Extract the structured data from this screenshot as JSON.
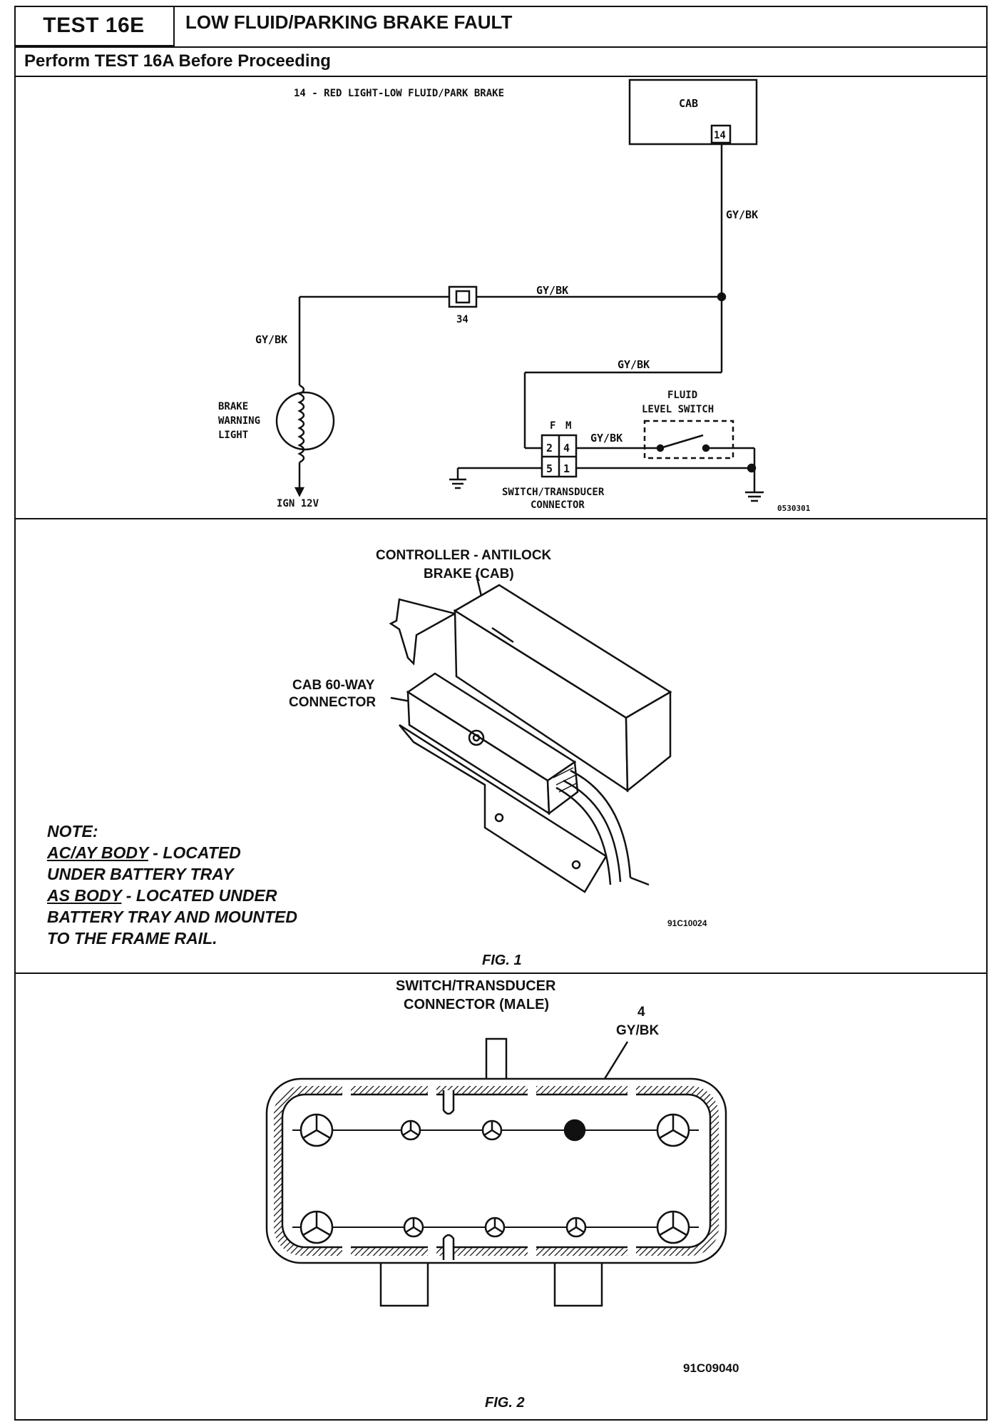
{
  "header": {
    "test_id": "TEST 16E",
    "title": "LOW FLUID/PARKING BRAKE FAULT",
    "subtitle": "Perform TEST 16A Before Proceeding"
  },
  "schematic": {
    "circuit_label": "14 - RED LIGHT-LOW FLUID/PARK BRAKE",
    "cab_label": "CAB",
    "cab_pin": "14",
    "wire_color": "GY/BK",
    "splice_number": "34",
    "brake_warning_light": "BRAKE WARNING LIGHT",
    "ign_label": "IGN 12V",
    "fluid_level_switch": "FLUID LEVEL SWITCH",
    "connector_f_label": "F",
    "connector_m_label": "M",
    "connector_pins": [
      "2",
      "4",
      "5",
      "1"
    ],
    "connector_name": "SWITCH/TRANSDUCER CONNECTOR",
    "figure_code": "0530301"
  },
  "fig1": {
    "controller_label": "CONTROLLER - ANTILOCK BRAKE (CAB)",
    "connector_label": "CAB 60-WAY CONNECTOR",
    "note_title": "NOTE:",
    "note_line1_u": "AC/AY BODY",
    "note_line1_rest": " - LOCATED",
    "note_line2": "UNDER BATTERY TRAY",
    "note_line3_u": "AS BODY",
    "note_line3_rest": " - LOCATED UNDER",
    "note_line4": "BATTERY TRAY AND MOUNTED",
    "note_line5": "TO THE FRAME RAIL.",
    "figure_code": "91C10024",
    "caption": "FIG. 1"
  },
  "fig2": {
    "title_line1": "SWITCH/TRANSDUCER",
    "title_line2": "CONNECTOR (MALE)",
    "pin_number": "4",
    "pin_wire": "GY/BK",
    "figure_code": "91C09040",
    "caption": "FIG. 2"
  }
}
